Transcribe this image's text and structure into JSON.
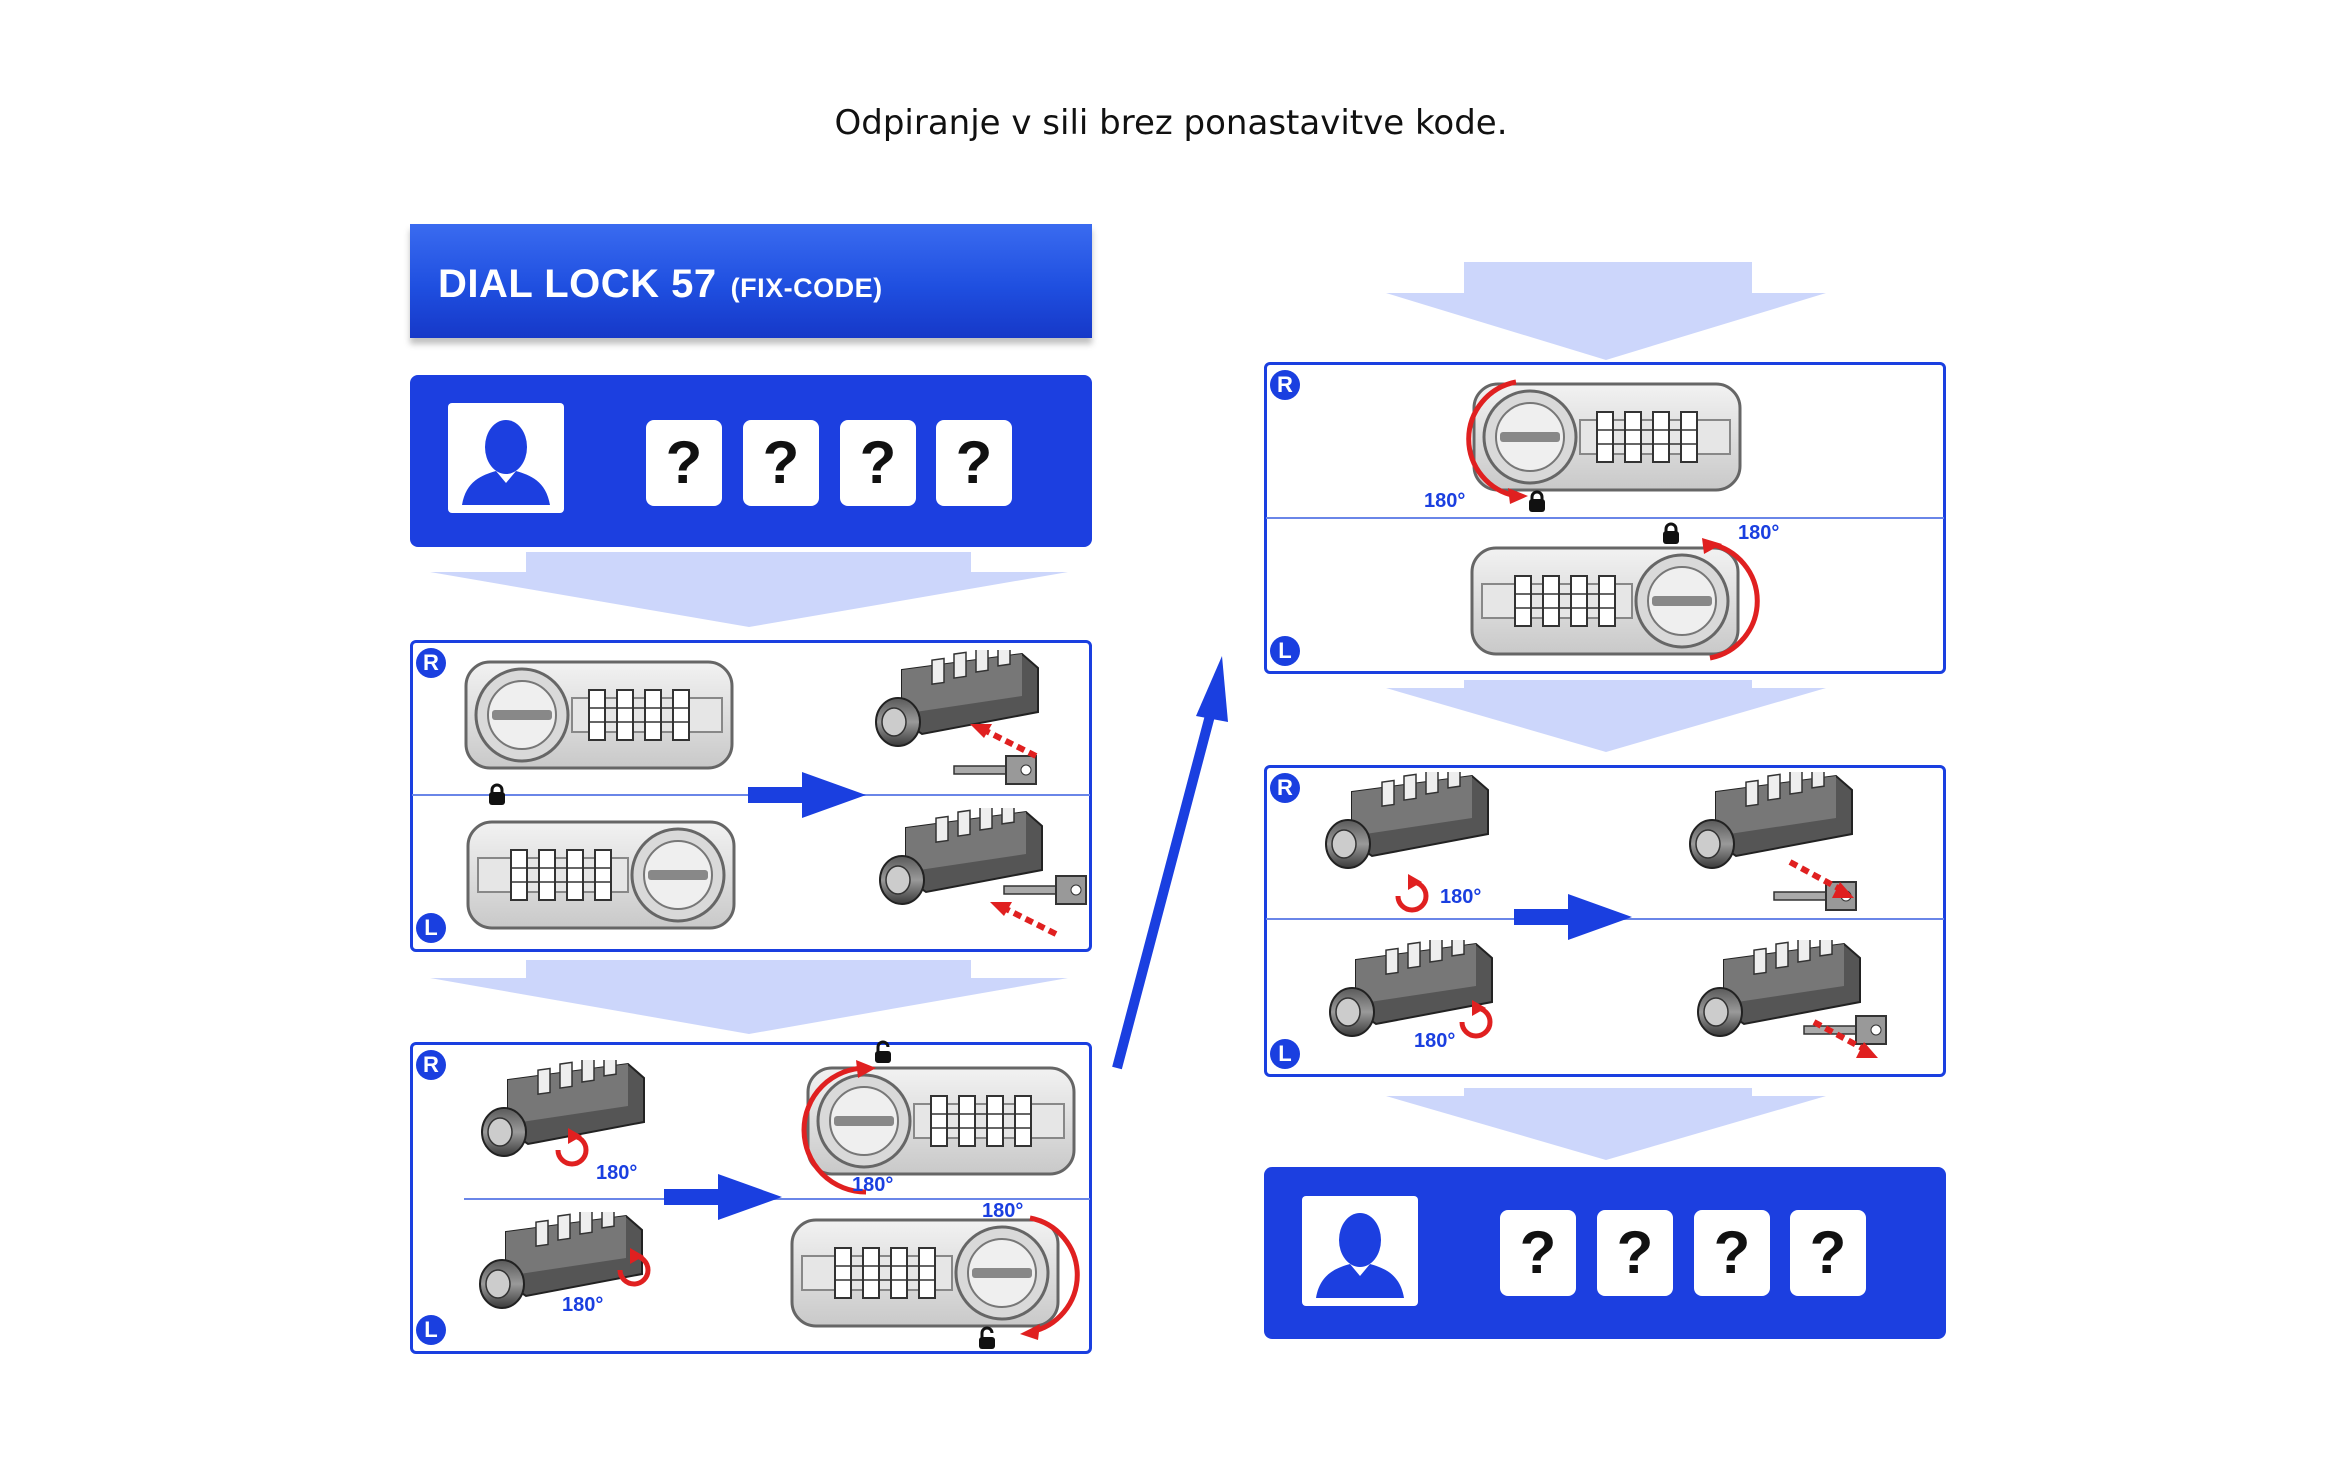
{
  "page_title": "Odpiranje v sili brez ponastavitve kode.",
  "header": {
    "title": "DIAL LOCK 57",
    "subtitle": "(FIX-CODE)"
  },
  "code_entry_top": {
    "digits": [
      "?",
      "?",
      "?",
      "?"
    ]
  },
  "code_entry_bottom": {
    "digits": [
      "?",
      "?",
      "?",
      "?"
    ]
  },
  "side_labels": {
    "right": "R",
    "left": "L"
  },
  "angle_label": "180°",
  "colors": {
    "brand_blue": "#1c3fe0",
    "arrow_light": "#ccd6fb",
    "accent_red": "#e02020"
  },
  "icons": [
    "user-silhouette-icon",
    "padlock-closed-icon",
    "padlock-open-icon",
    "key-icon",
    "rotate-arrow-icon"
  ]
}
